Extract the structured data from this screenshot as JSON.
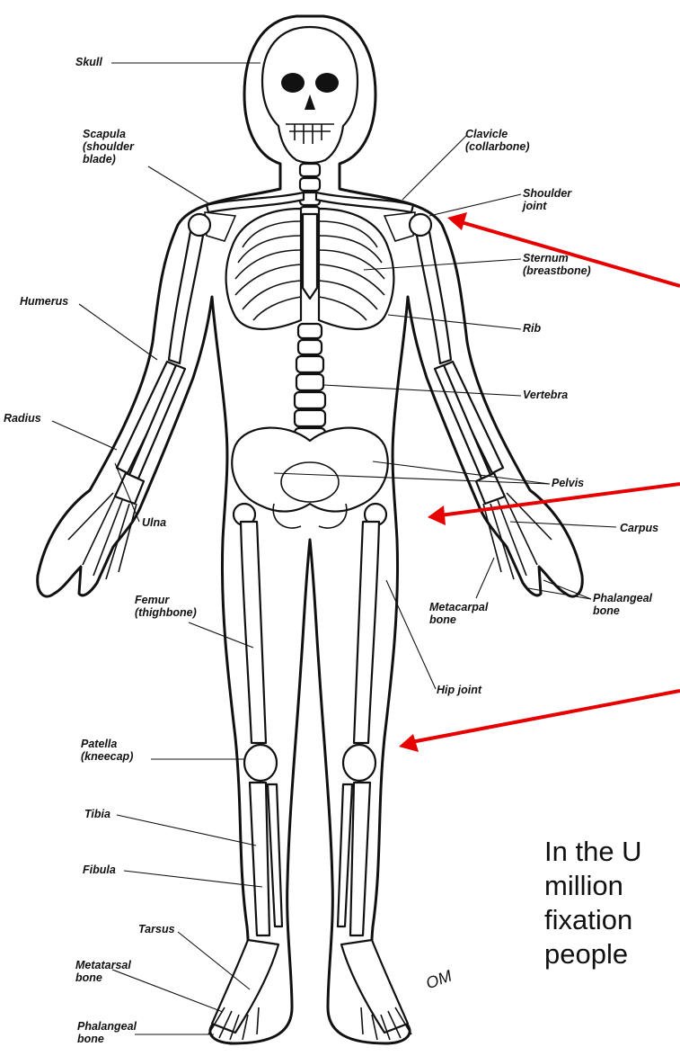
{
  "diagram": {
    "labels": {
      "skull": "Skull",
      "scapula": "Scapula\n(shoulder\nblade)",
      "clavicle": "Clavicle\n(collarbone)",
      "shoulder_joint": "Shoulder\njoint",
      "sternum": "Sternum\n(breastbone)",
      "humerus": "Humerus",
      "rib": "Rib",
      "radius": "Radius",
      "vertebra": "Vertebra",
      "pelvis": "Pelvis",
      "ulna": "Ulna",
      "carpus": "Carpus",
      "metacarpal": "Metacarpal\nbone",
      "phalangeal_hand": "Phalangeal\nbone",
      "femur": "Femur\n(thighbone)",
      "hip_joint": "Hip joint",
      "patella": "Patella\n(kneecap)",
      "tibia": "Tibia",
      "fibula": "Fibula",
      "tarsus": "Tarsus",
      "metatarsal": "Metatarsal\nbone",
      "phalangeal_foot": "Phalangeal\nbone"
    },
    "signature": "OM",
    "arrow_color": "#e60000",
    "note_text": "In the U\nmillion\nfixation\npeople"
  }
}
